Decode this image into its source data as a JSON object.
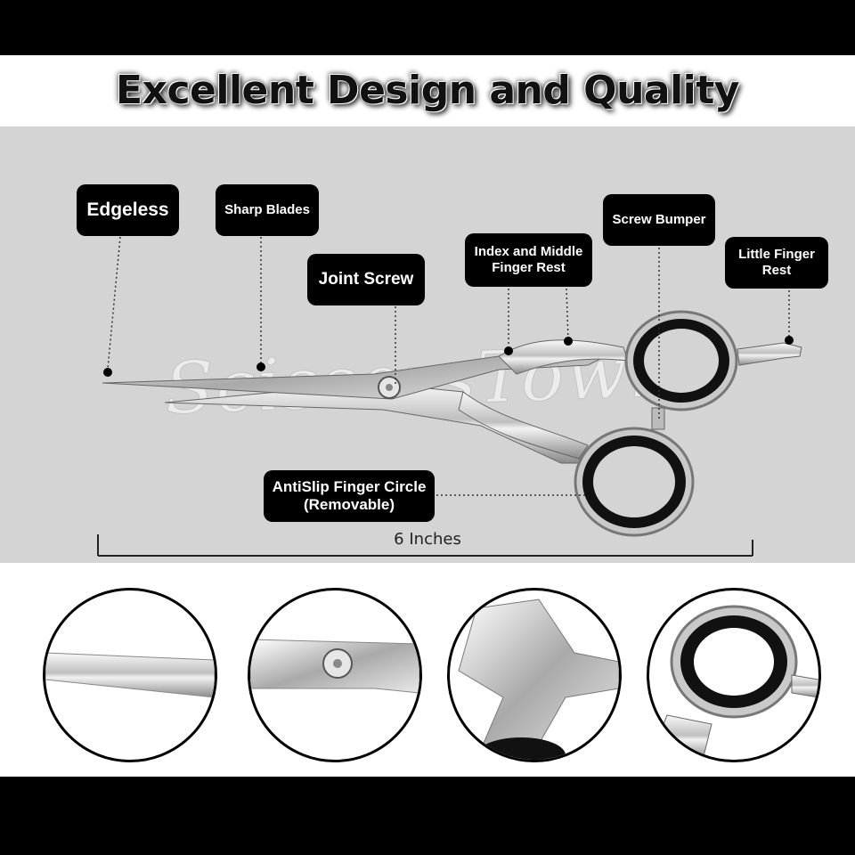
{
  "title": "Excellent Design and Quality",
  "watermark": "ScissorsTown",
  "labels": {
    "edgeless": "Edgeless",
    "sharp_blades": "Sharp Blades",
    "joint_screw": "Joint Screw",
    "finger_rest_1": "Index and Middle",
    "finger_rest_2": "Finger Rest",
    "screw_bumper": "Screw Bumper",
    "little_finger_1": "Little Finger",
    "little_finger_2": "Rest",
    "antislip_1": "AntiSlip Finger Circle",
    "antislip_2": "(Removable)"
  },
  "measurement": "6 Inches",
  "colors": {
    "label_bg": "#000000",
    "stage_bg": "#d4d4d4",
    "bar": "#000000"
  }
}
